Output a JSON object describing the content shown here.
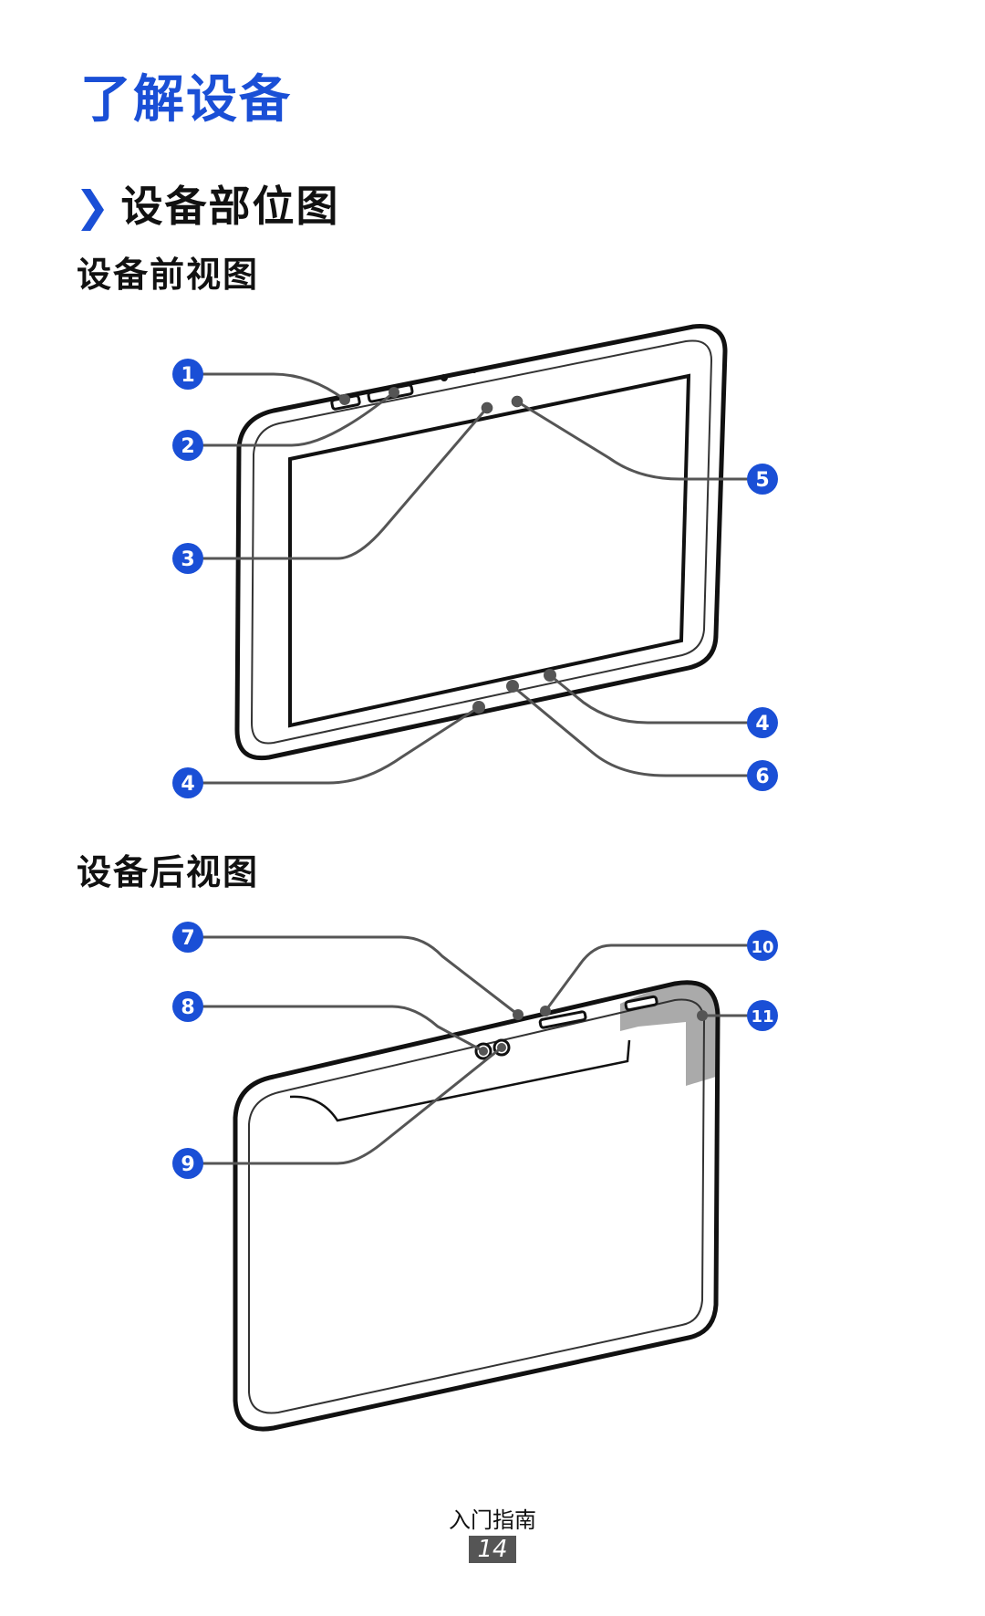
{
  "page": {
    "title": "了解设备",
    "section_heading": "设备部位图",
    "front_view_heading": "设备前视图",
    "rear_view_heading": "设备后视图"
  },
  "front_callouts": [
    "1",
    "2",
    "3",
    "5",
    "4",
    "6",
    "4"
  ],
  "rear_callouts": [
    "7",
    "10",
    "8",
    "11",
    "9"
  ],
  "footer": {
    "label": "入门指南",
    "page_number": "14"
  },
  "colors": {
    "accent": "#1a4fd6",
    "callout_fill": "#1a4fd6",
    "page_number_bg": "#555555"
  }
}
